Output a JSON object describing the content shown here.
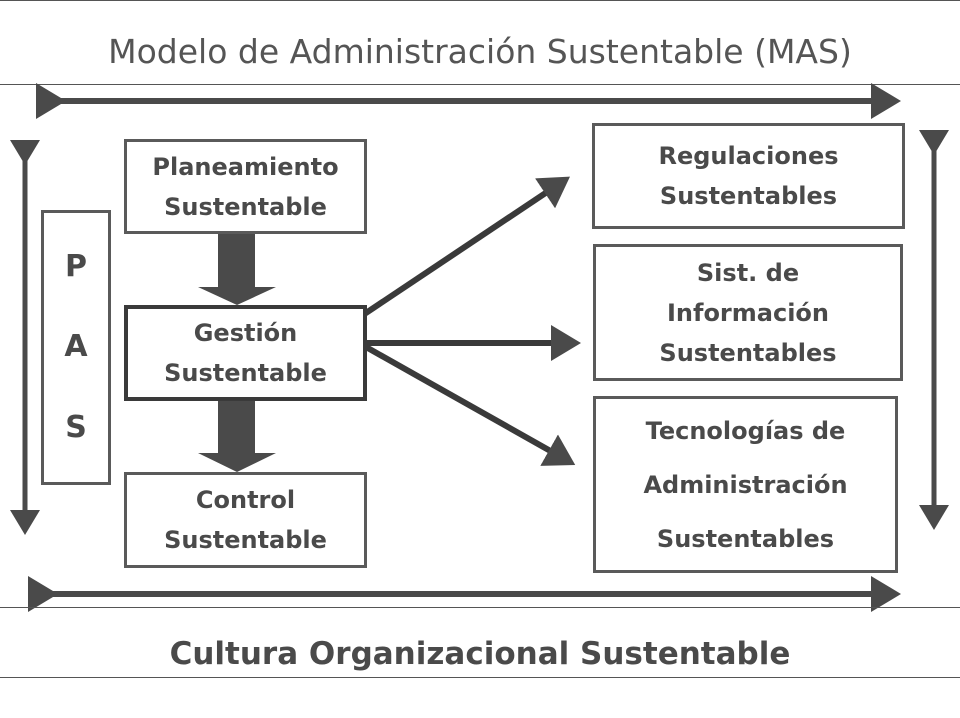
{
  "title": "Modelo de Administración Sustentable (MAS)",
  "footer": "Cultura Organizacional Sustentable",
  "pas": {
    "letters": [
      "P",
      "A",
      "S"
    ]
  },
  "left_column": {
    "planeamiento": [
      "Planeamiento",
      "Sustentable"
    ],
    "gestion": [
      "Gestión",
      "Sustentable"
    ],
    "control": [
      "Control",
      "Sustentable"
    ]
  },
  "right_column": {
    "regulaciones": [
      "Regulaciones",
      "Sustentables"
    ],
    "sistemas": [
      "Sist. de",
      "Información",
      "Sustentables"
    ],
    "tecnologias": [
      "Tecnologías de",
      "Administración",
      "Sustentables"
    ]
  },
  "colors": {
    "line": "#4a4a4a",
    "text": "#4a4a4a"
  }
}
